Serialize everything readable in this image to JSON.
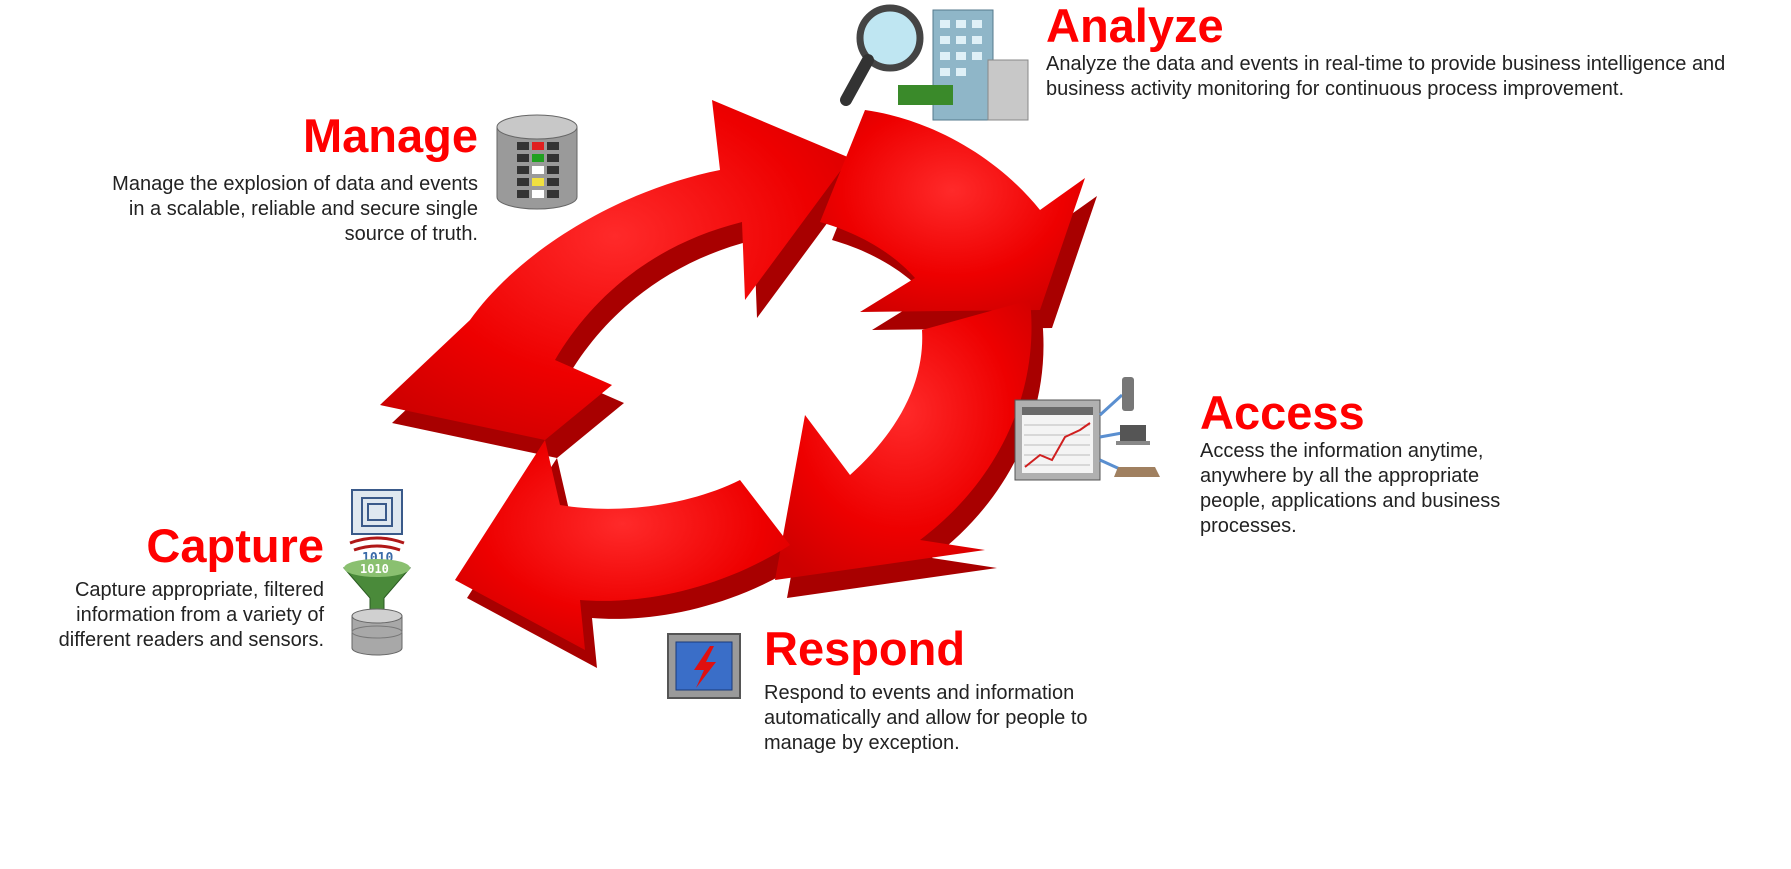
{
  "colors": {
    "accent": "#ff0000",
    "arrow_front": "#ee0000",
    "arrow_side": "#a80000",
    "text": "#222222"
  },
  "stages": {
    "analyze": {
      "title": "Analyze",
      "description": "Analyze the data and events in real-time to provide business intelligence and business activity monitoring for continuous process improvement.",
      "icon": "magnifier-building-icon"
    },
    "manage": {
      "title": "Manage",
      "description": "Manage the explosion of data and events in a scalable, reliable and secure single source of truth.",
      "icon": "database-icon"
    },
    "access": {
      "title": "Access",
      "description": "Access the information anytime, anywhere by all the appropriate people, applications and business processes.",
      "icon": "dashboard-devices-icon"
    },
    "capture": {
      "title": "Capture",
      "description": "Capture appropriate, filtered information from a variety of different readers and sensors.",
      "icon": "rfid-filter-icon",
      "chip_text_1": "1010",
      "chip_text_2": "1010"
    },
    "respond": {
      "title": "Respond",
      "description": "Respond to events and information automatically and allow for people to manage by exception.",
      "icon": "alert-panel-icon"
    }
  }
}
